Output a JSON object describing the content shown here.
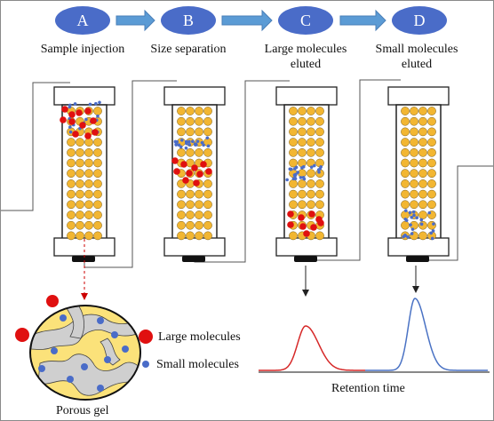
{
  "colors": {
    "badge": "#4a6cc8",
    "arrow": "#5b9bd5",
    "bead": "#f2b632",
    "large_molecule": "#e01010",
    "small_molecule": "#4a6cc8",
    "gel": "#fbe27a",
    "gel_channels": "#cfcfcf",
    "peak_large": "#d62828",
    "peak_small": "#4a72c4"
  },
  "steps": [
    {
      "letter": "A",
      "caption": "Sample injection"
    },
    {
      "letter": "B",
      "caption": "Size separation"
    },
    {
      "letter": "C",
      "caption": "Large molecules\neluted"
    },
    {
      "letter": "D",
      "caption": "Small molecules\neluted"
    }
  ],
  "legend": {
    "large": "Large molecules",
    "small": "Small molecules"
  },
  "gel_label": "Porous gel",
  "chromatogram": {
    "xlabel": "Retention time",
    "peaks": [
      {
        "molecule": "large",
        "color_key": "peak_large"
      },
      {
        "molecule": "small",
        "color_key": "peak_small"
      }
    ]
  },
  "icons": {
    "step_arrow": "right-block-arrow-icon",
    "legend_large": "red-circle-icon",
    "legend_small": "blue-dot-icon"
  }
}
